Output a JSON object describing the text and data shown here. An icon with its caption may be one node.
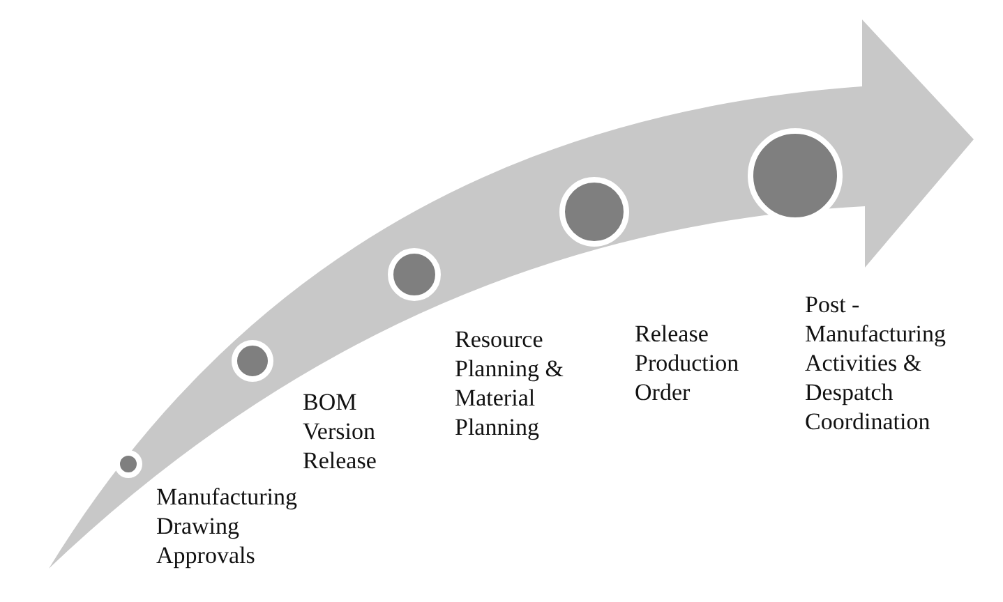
{
  "diagram": {
    "nodes": [
      {
        "text": [],
        "shape": "circle",
        "beside": [
          "Manufacturing Drawing Approvals"
        ]
      },
      {
        "text": [],
        "shape": "circle",
        "beside": [
          "BOM Version Release"
        ]
      },
      {
        "text": [],
        "shape": "circle",
        "beside": [
          "Resource Planning & Material Planning"
        ]
      },
      {
        "text": [],
        "shape": "circle",
        "beside": [
          "Release Production Order"
        ]
      },
      {
        "text": [],
        "shape": "circle",
        "beside": [
          "Post - Manufacturing Activities & Despatch Coordination"
        ]
      }
    ]
  }
}
